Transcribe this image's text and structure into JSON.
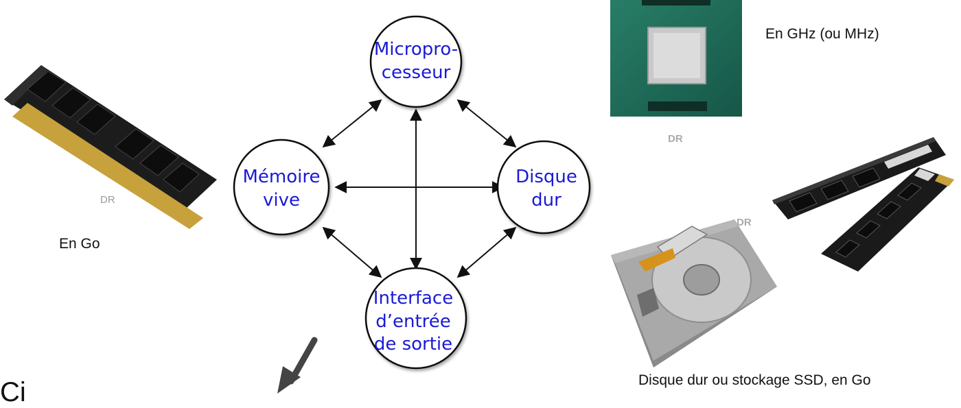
{
  "diagram": {
    "nodes": {
      "cpu": [
        "Micropro-",
        "cesseur"
      ],
      "ram": [
        "Mémoire",
        "vive"
      ],
      "disk": [
        "Disque",
        "dur"
      ],
      "io": [
        "Interface",
        "d’entrée",
        "de sortie"
      ]
    },
    "colors": {
      "node_text": "#1a1ad6",
      "arrow": "#111111",
      "node_fill": "#ffffff"
    }
  },
  "photos": {
    "ram": {
      "caption": "En Go",
      "credit": "DR",
      "icon": "ram-module-photo"
    },
    "cpu": {
      "caption": "En GHz (ou MHz)",
      "credit": "DR",
      "icon": "cpu-chip-photo"
    },
    "ssd": {
      "credit": "DR",
      "icon": "ssd-modules-photo"
    },
    "hdd": {
      "caption": "Disque dur ou stockage SSD, en Go",
      "credit": "DR",
      "icon": "hard-drive-photo"
    }
  },
  "bottom": {
    "title": "Ci",
    "pointer_icon": "arrow-down-left-icon"
  }
}
